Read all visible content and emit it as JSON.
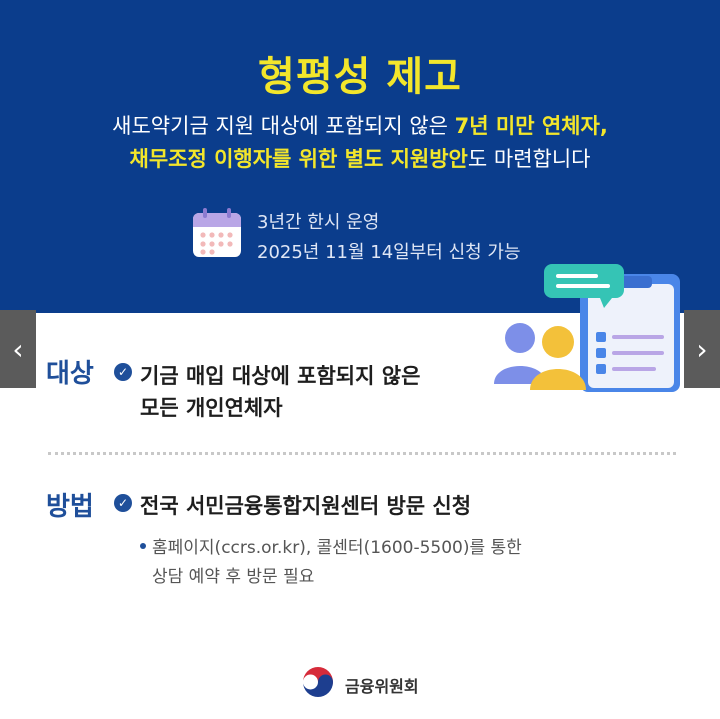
{
  "banner": {
    "title": "형평성 제고",
    "desc1_plain": "새도약기금 지원 대상에 포함되지 않은 ",
    "desc1_highlight": "7년 미만 연체자,",
    "desc2_highlight": "채무조정 이행자를 위한 별도 지원방안",
    "desc2_plain": "도 마련합니다",
    "info_line1": "3년간 한시 운영",
    "info_line2": "2025년 11월 14일부터 신청 가능",
    "calendar_icon": "calendar-icon"
  },
  "nav": {
    "prev": "‹",
    "next": "›"
  },
  "target": {
    "label": "대상",
    "line1": "기금 매입 대상에 포함되지 않은",
    "line2": "모든 개인연체자"
  },
  "method": {
    "label": "방법",
    "main": "전국 서민금융통합지원센터 방문 신청",
    "sub1": "홈페이지(ccrs.or.kr), 콜센터(1600-5500)를 통한",
    "sub2": "상담 예약 후 방문 필요"
  },
  "footer": {
    "org": "금융위원회"
  },
  "colors": {
    "banner": "#0b3d8c",
    "highlight": "#f3e62b",
    "accent": "#1f4f9a"
  }
}
